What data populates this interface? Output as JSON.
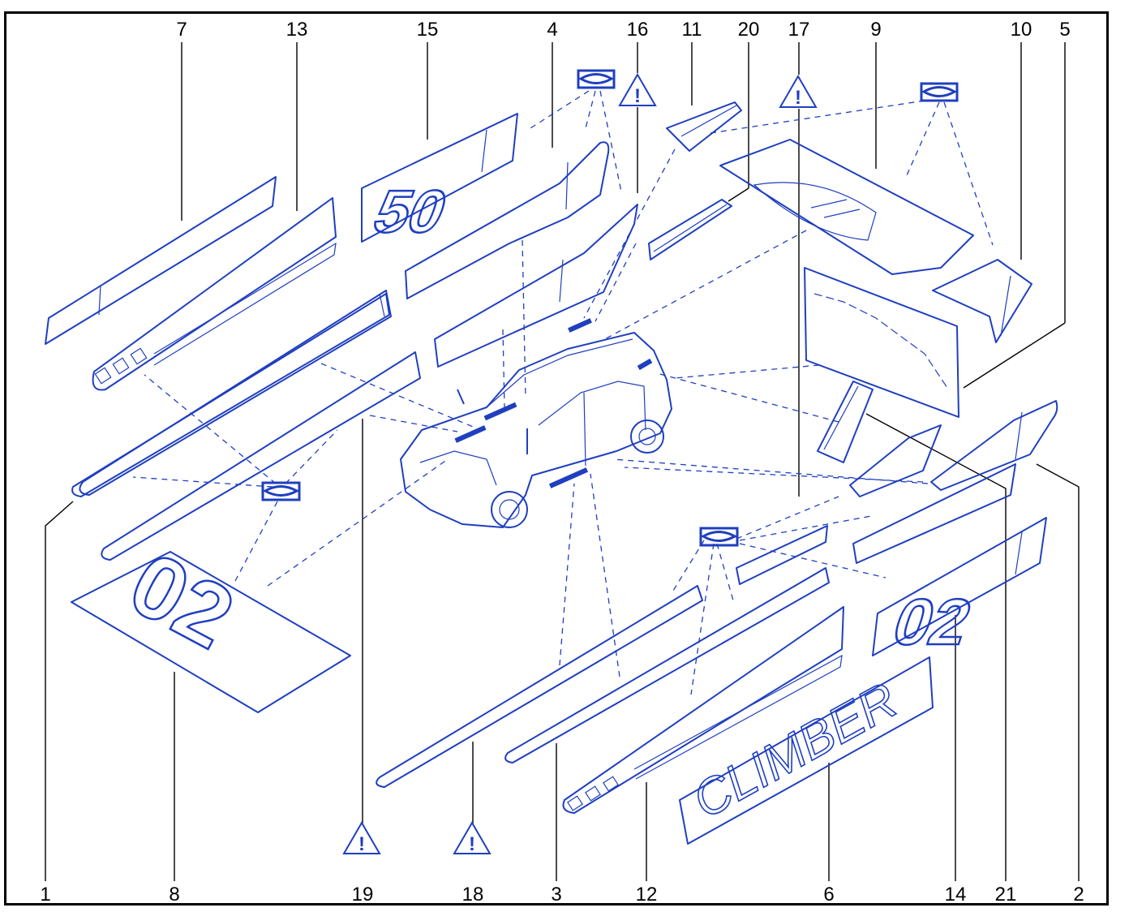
{
  "callouts_top": [
    "7",
    "13",
    "15",
    "4",
    "16",
    "11",
    "20",
    "17",
    "9",
    "10",
    "5"
  ],
  "callouts_bottom": [
    "1",
    "8",
    "19",
    "18",
    "3",
    "12",
    "6",
    "14",
    "21",
    "2"
  ],
  "decals": {
    "number_upper": "50",
    "number_left": "02",
    "number_right": "02",
    "climber": "CLIMBER"
  },
  "warning_symbol": "!",
  "colors": {
    "line": "#1f3fbf",
    "callout": "#000000",
    "frame": "#000000"
  },
  "icons": {
    "warning": "warning-triangle-icon",
    "adhesive": "adhesive-pad-icon"
  }
}
